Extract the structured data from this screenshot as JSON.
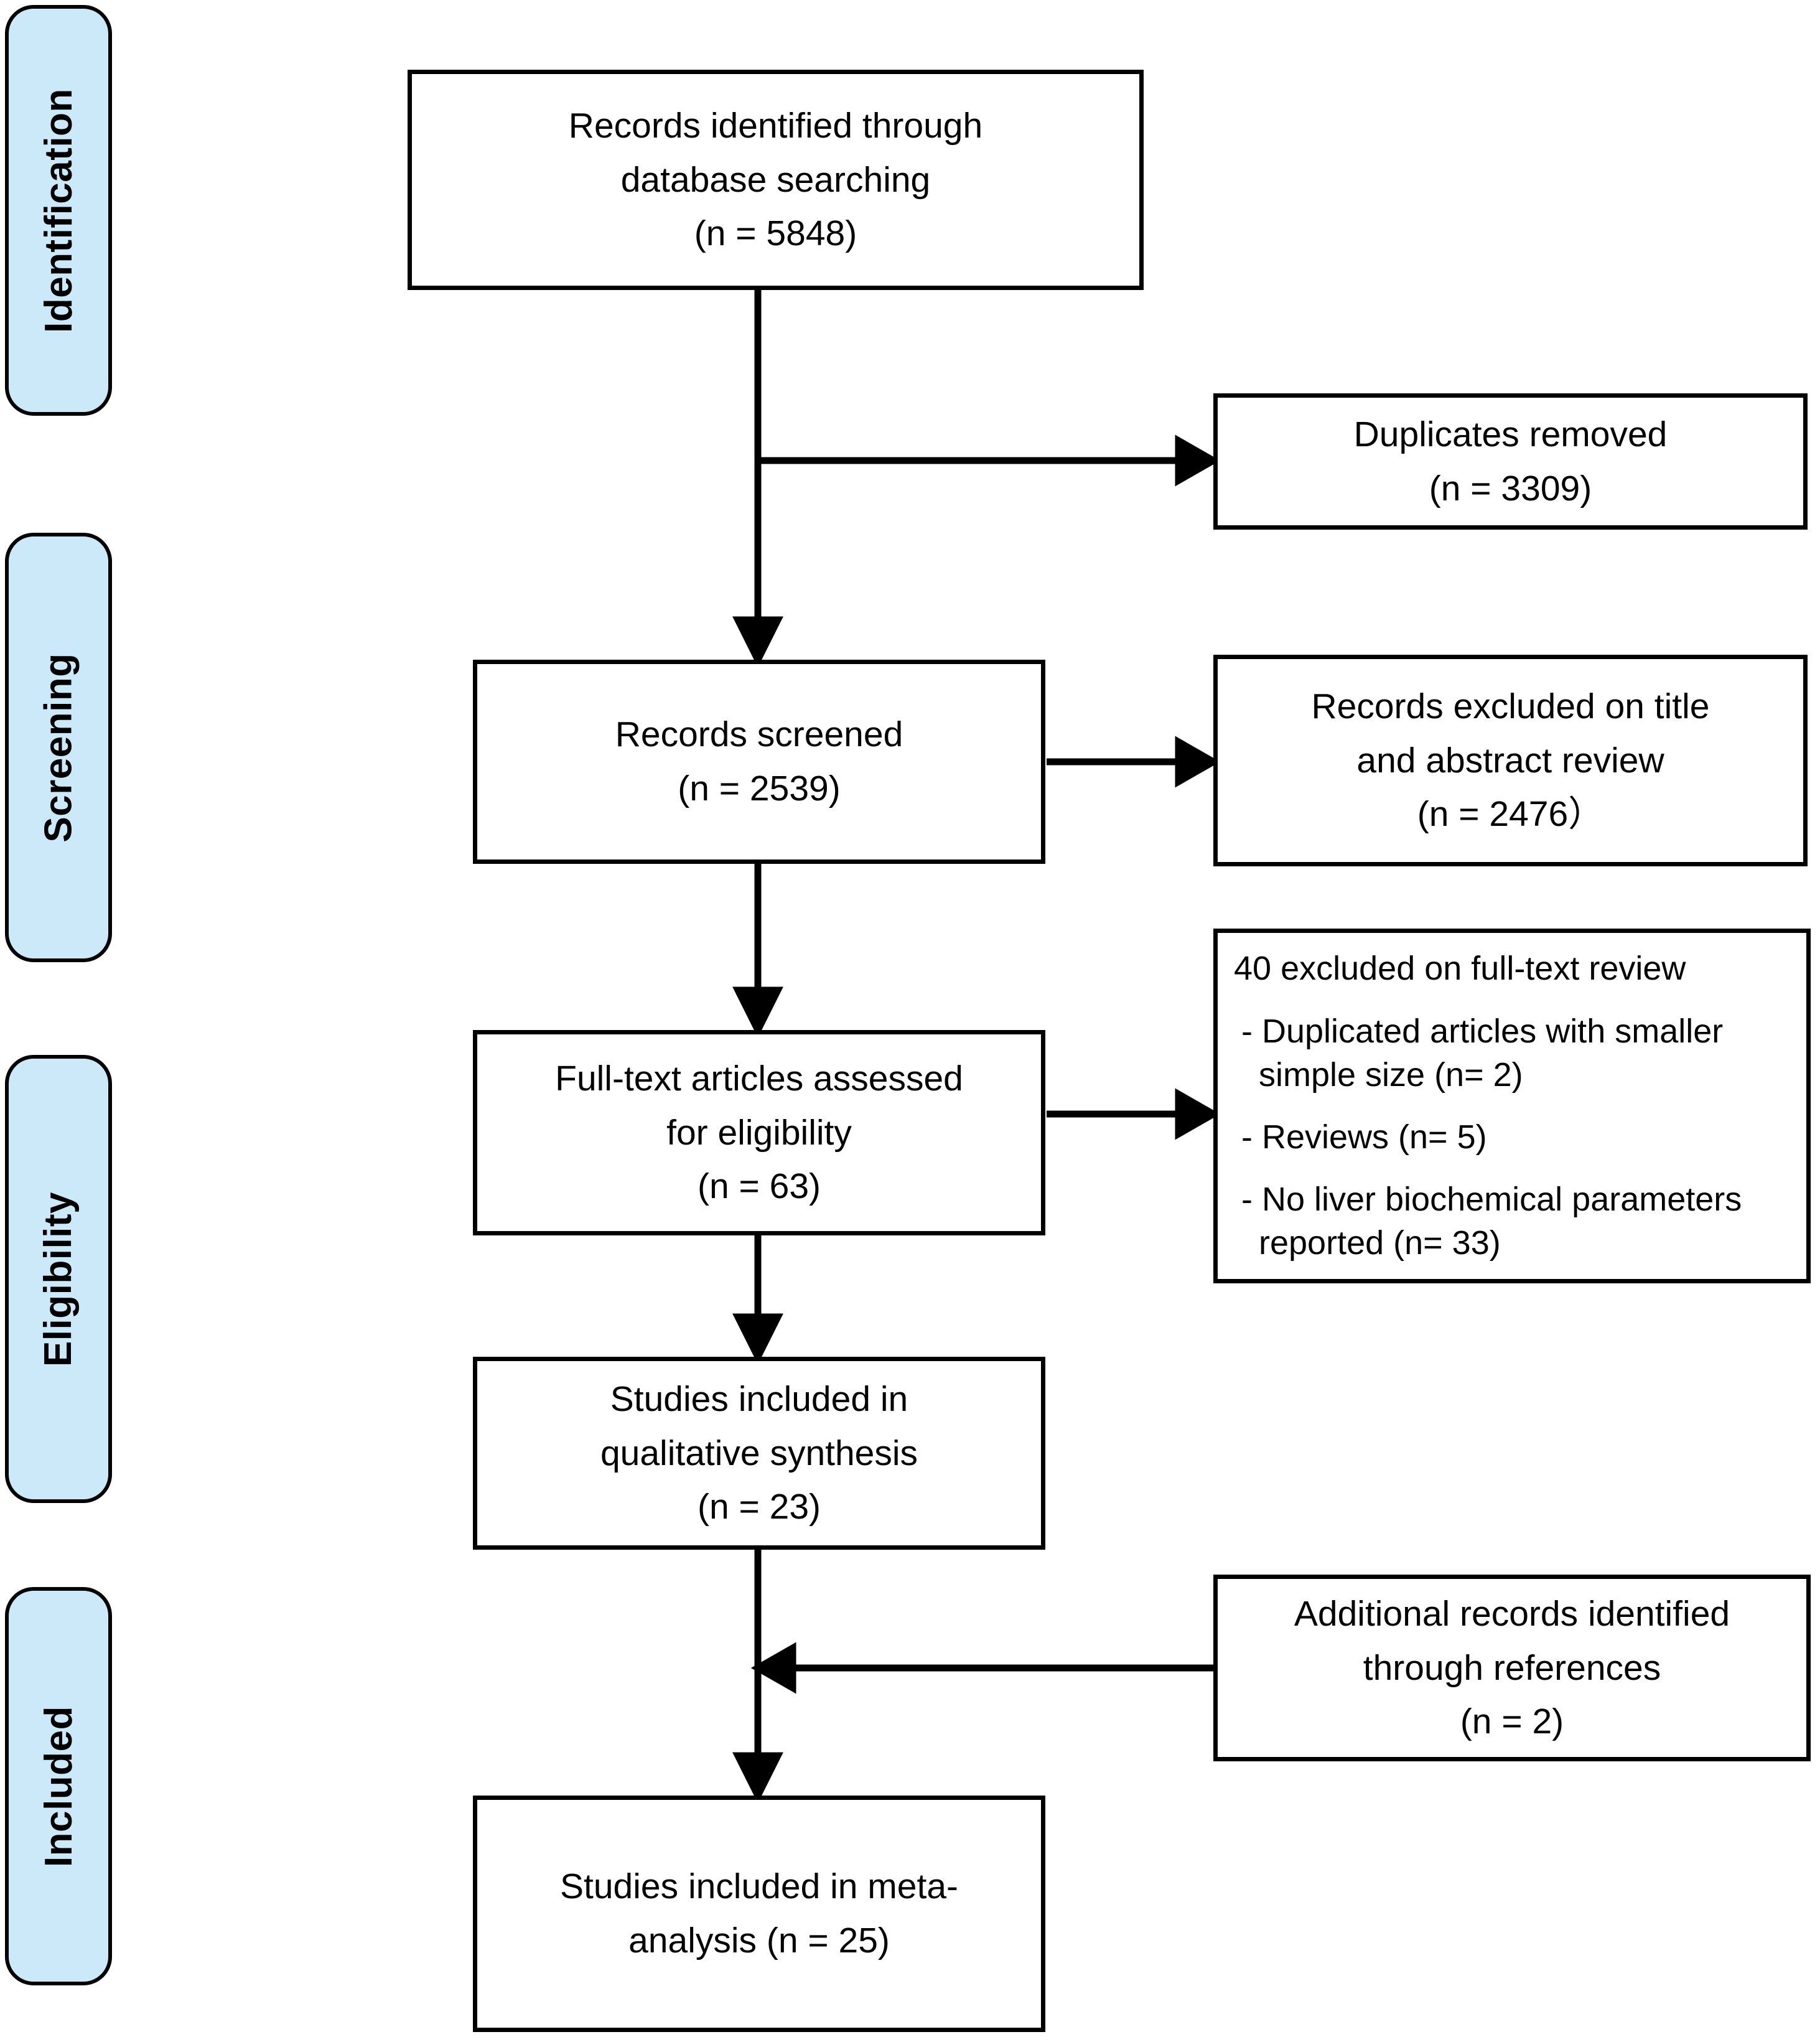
{
  "diagram": {
    "type": "prisma-flow-diagram",
    "accent_color": "#cce9fa",
    "line_color": "#000000",
    "background": "#ffffff"
  },
  "stages": [
    {
      "label": "Identification"
    },
    {
      "label": "Screening"
    },
    {
      "label": "Eligibility"
    },
    {
      "label": "Included"
    }
  ],
  "boxes": {
    "records_identified": {
      "line1": "Records identified through",
      "line2": "database searching",
      "line3": "(n = 5848)"
    },
    "duplicates_removed": {
      "line1": "Duplicates removed",
      "line2": "(n = 3309)"
    },
    "records_screened": {
      "line1": "Records screened",
      "line2": "(n = 2539)"
    },
    "records_excluded": {
      "line1": "Records excluded on title",
      "line2": "and abstract review",
      "line3": "(n = 2476）"
    },
    "full_text_assessed": {
      "line1": "Full-text articles assessed",
      "line2": "for eligibility",
      "line3": "(n = 63)"
    },
    "full_text_excluded": {
      "heading": "40 excluded on full-text review",
      "reasons": [
        "- Duplicated articles with smaller simple size (n= 2)",
        "- Reviews (n= 5)",
        "- No liver biochemical parameters reported (n= 33)"
      ]
    },
    "qualitative_synthesis": {
      "line1": "Studies included in",
      "line2": "qualitative synthesis",
      "line3": "(n = 23)"
    },
    "additional_records": {
      "line1": "Additional records identified",
      "line2": "through references",
      "line3": "(n = 2)"
    },
    "meta_analysis": {
      "line1": "Studies included in meta-",
      "line2": "analysis (n = 25)"
    }
  },
  "counts": {
    "identified": 5848,
    "duplicates_removed": 3309,
    "screened": 2539,
    "excluded_title_abstract": 2476,
    "full_text_assessed": 63,
    "full_text_excluded_total": 40,
    "excluded_duplicate_smaller_sample": 2,
    "excluded_reviews": 5,
    "excluded_no_liver_params": 33,
    "qualitative_synthesis": 23,
    "additional_from_references": 2,
    "meta_analysis": 25
  }
}
